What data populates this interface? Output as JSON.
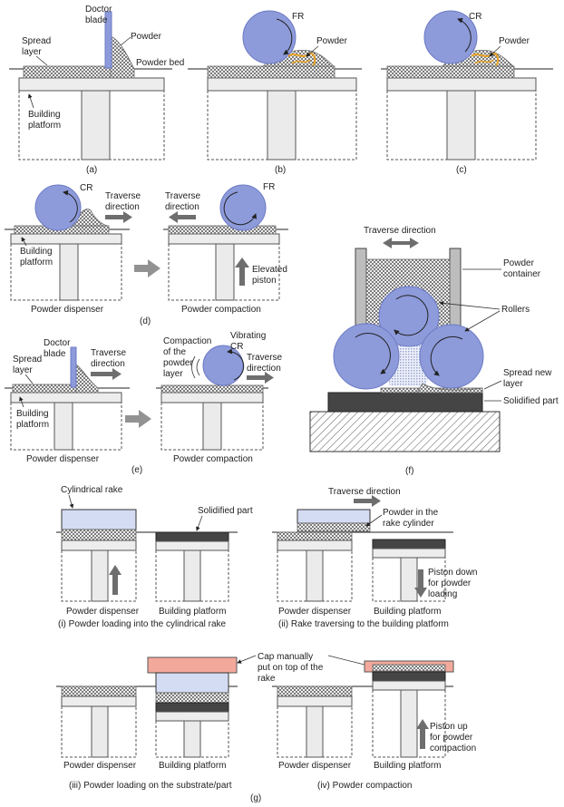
{
  "panel_a": {
    "doctor_blade": [
      "Doctor",
      "blade"
    ],
    "powder": "Powder",
    "spread_layer": [
      "Spread",
      "layer"
    ],
    "powder_bed": "Powder bed",
    "building_platform": [
      "Building",
      "platform"
    ],
    "caption": "(a)"
  },
  "panel_b": {
    "roller": "FR",
    "powder": "Powder",
    "caption": "(b)"
  },
  "panel_c": {
    "roller": "CR",
    "powder": "Powder",
    "caption": "(c)"
  },
  "panel_d": {
    "roller_left": "CR",
    "roller_right": "FR",
    "traverse_left": [
      "Traverse",
      "direction"
    ],
    "traverse_right": [
      "Traverse",
      "direction"
    ],
    "building_platform": [
      "Building",
      "platform"
    ],
    "elevated_piston": [
      "Elevated",
      "piston"
    ],
    "dispenser": "Powder dispenser",
    "compaction": "Powder compaction",
    "caption": "(d)"
  },
  "panel_e": {
    "doctor_blade": [
      "Doctor",
      "blade"
    ],
    "spread_layer": [
      "Spread",
      "layer"
    ],
    "traverse_left": [
      "Traverse",
      "direction"
    ],
    "building_platform": [
      "Building",
      "platform"
    ],
    "compaction_layer": [
      "Compaction",
      "of the",
      "powder",
      "layer"
    ],
    "vibrating": [
      "Vibrating",
      "CR"
    ],
    "traverse_right": [
      "Traverse",
      "direction"
    ],
    "dispenser": "Powder dispenser",
    "compaction": "Powder compaction",
    "caption": "(e)"
  },
  "panel_f": {
    "traverse": "Traverse direction",
    "container": [
      "Powder",
      "container"
    ],
    "rollers": "Rollers",
    "spread_new": [
      "Spread new",
      "layer"
    ],
    "solidified": "Solidified part",
    "caption": "(f)"
  },
  "panel_g": {
    "cylindrical_rake": "Cylindrical rake",
    "solidified_part": "Solidified part",
    "traverse": "Traverse direction",
    "powder_in_rake": [
      "Powder in the",
      "rake cylinder"
    ],
    "piston_down": [
      "Piston down",
      "for powder",
      "loading"
    ],
    "cap_manually": [
      "Cap manually",
      "put on top of the",
      "rake"
    ],
    "piston_up": [
      "Piston up",
      "for powder",
      "compaction"
    ],
    "dispenser": "Powder dispenser",
    "building_platform": "Building platform",
    "sub_i": "(i) Powder loading into the cylindrical rake",
    "sub_ii": "(ii) Rake traversing to the building platform",
    "sub_iii": "(iii) Powder loading on the substrate/part",
    "sub_iv": "(iv) Powder compaction",
    "caption": "(g)"
  },
  "colors": {
    "roller": "#8d9bdb",
    "solid_part": "#454545",
    "rake": "#d4dcf3",
    "cap": "#f2a99b",
    "powder_streak": "#e8a326",
    "arrow": "#6e6e6e"
  }
}
